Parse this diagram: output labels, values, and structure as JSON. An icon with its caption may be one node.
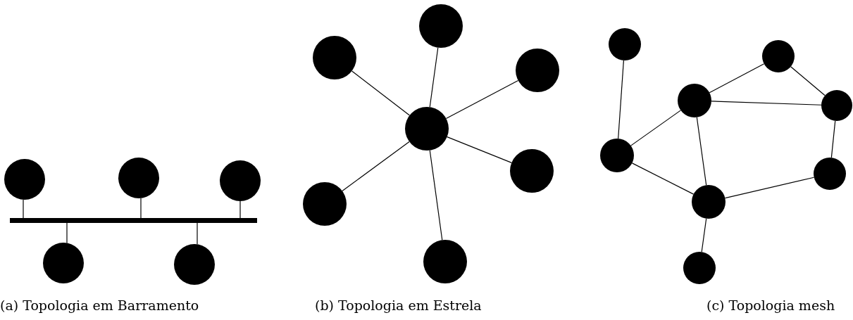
{
  "diagram": {
    "nodes": [
      {
        "text": [],
        "shape": "bar"
      },
      {
        "text": [],
        "shape": "circle"
      },
      {
        "text": [],
        "shape": "circle"
      },
      {
        "text": [],
        "shape": "circle"
      },
      {
        "text": [],
        "shape": "circle"
      },
      {
        "text": [],
        "shape": "circle"
      },
      {
        "text": [],
        "shape": "circle"
      },
      {
        "text": [],
        "shape": "circle"
      },
      {
        "text": [],
        "shape": "circle"
      },
      {
        "text": [],
        "shape": "circle"
      },
      {
        "text": [],
        "shape": "circle"
      },
      {
        "text": [],
        "shape": "circle"
      },
      {
        "text": [],
        "shape": "circle"
      },
      {
        "text": [],
        "shape": "circle"
      },
      {
        "text": [],
        "shape": "circle"
      },
      {
        "text": [],
        "shape": "circle"
      },
      {
        "text": [],
        "shape": "circle"
      },
      {
        "text": [],
        "shape": "circle"
      },
      {
        "text": [],
        "shape": "circle"
      },
      {
        "text": [],
        "shape": "circle"
      },
      {
        "text": [],
        "shape": "circle"
      }
    ],
    "edges": [
      {
        "from": 1,
        "to": 0,
        "arrow": "none"
      },
      {
        "from": 2,
        "to": 0,
        "arrow": "none"
      },
      {
        "from": 3,
        "to": 0,
        "arrow": "none"
      },
      {
        "from": 4,
        "to": 0,
        "arrow": "none"
      },
      {
        "from": 5,
        "to": 0,
        "arrow": "none"
      },
      {
        "from": 9,
        "to": 6,
        "arrow": "none"
      },
      {
        "from": 9,
        "to": 7,
        "arrow": "none"
      },
      {
        "from": 9,
        "to": 8,
        "arrow": "none"
      },
      {
        "from": 9,
        "to": 10,
        "arrow": "none"
      },
      {
        "from": 9,
        "to": 11,
        "arrow": "none"
      },
      {
        "from": 9,
        "to": 12,
        "arrow": "none"
      },
      {
        "from": 13,
        "to": 16,
        "arrow": "none"
      },
      {
        "from": 15,
        "to": 14,
        "arrow": "none"
      },
      {
        "from": 14,
        "to": 17,
        "arrow": "none"
      },
      {
        "from": 15,
        "to": 17,
        "arrow": "none"
      },
      {
        "from": 15,
        "to": 16,
        "arrow": "none"
      },
      {
        "from": 15,
        "to": 19,
        "arrow": "none"
      },
      {
        "from": 16,
        "to": 19,
        "arrow": "none"
      },
      {
        "from": 19,
        "to": 18,
        "arrow": "none"
      },
      {
        "from": 18,
        "to": 17,
        "arrow": "none"
      },
      {
        "from": 19,
        "to": 20,
        "arrow": "none"
      }
    ],
    "labels": [
      "(a) Topologia em Barramento",
      "(b) Topologia em Estrela",
      "(c) Topologia mesh"
    ]
  }
}
